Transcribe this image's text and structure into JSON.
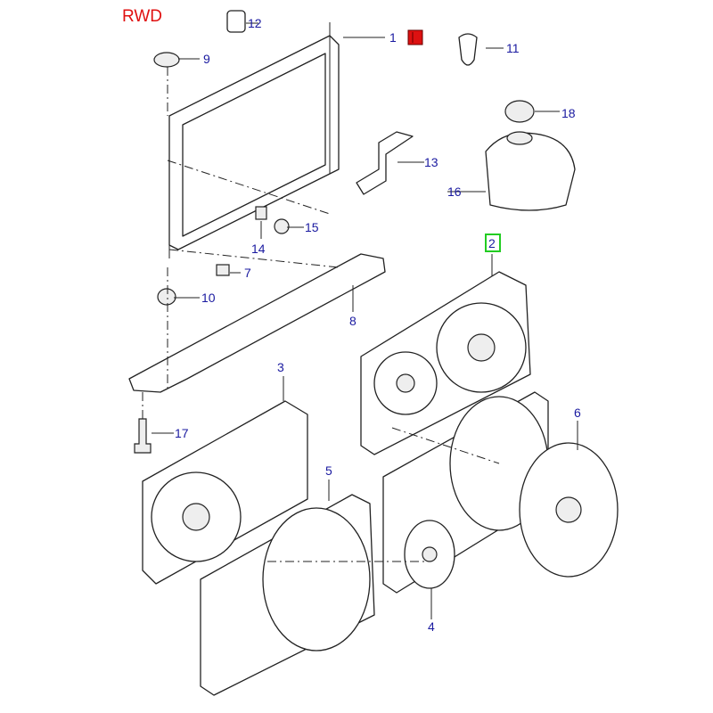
{
  "title": "RWD",
  "highlight_color": "#22cc22",
  "callouts": [
    "1",
    "2",
    "3",
    "4",
    "5",
    "6",
    "7",
    "8",
    "9",
    "10",
    "11",
    "12",
    "13",
    "14",
    "15",
    "16",
    "17",
    "18"
  ]
}
